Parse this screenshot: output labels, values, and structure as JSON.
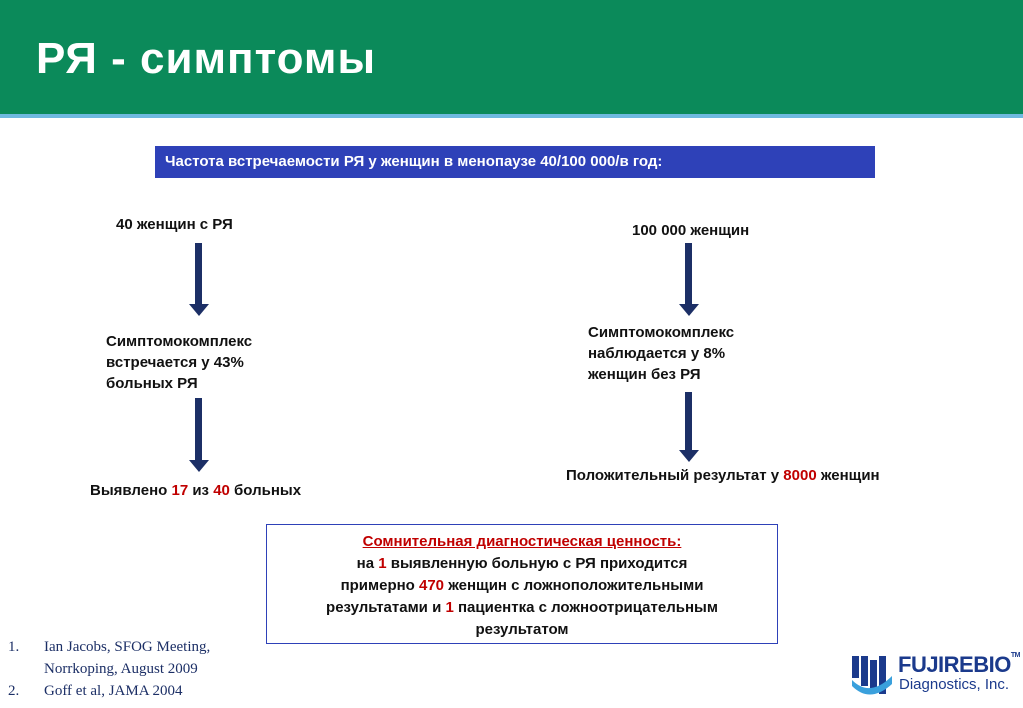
{
  "title": "РЯ - симптомы",
  "banner": "Частота встречаемости РЯ у женщин в менопаузе 40/100 000/в год:",
  "left": {
    "top": "40 женщин с РЯ",
    "middle": [
      "Симптомокомплекс",
      "встречается  у  43%",
      "больных РЯ"
    ],
    "bottom": {
      "pre": "Выявлено ",
      "n1": "17",
      "mid": " из ",
      "n2": "40",
      "post": " больных"
    }
  },
  "right": {
    "top": "100 000 женщин",
    "middle": [
      "Симптомокомплекс",
      "наблюдается  у  8%",
      "женщин без РЯ"
    ],
    "bottom": {
      "pre": "Положительный результат у ",
      "n1": "8000",
      "post": " женщин"
    }
  },
  "conclusion": {
    "heading": "Сомнительная диагностическая ценность:",
    "l1_pre": "на ",
    "l1_n": "1",
    "l1_post": " выявленную больную с РЯ приходится",
    "l2_pre": "примерно ",
    "l2_n": "470",
    "l2_post": " женщин с ложноположительными",
    "l3_pre": "результатами и ",
    "l3_n": "1",
    "l3_post": " пациентка с ложноотрицательным",
    "l4": "результатом"
  },
  "references": [
    {
      "num": "1.",
      "lines": [
        "Ian Jacobs, SFOG Meeting,",
        "Norrkoping, August 2009"
      ]
    },
    {
      "num": "2.",
      "lines": [
        "Goff et al, JAMA 2004"
      ]
    }
  ],
  "logo": {
    "name": "FUJIREBIO",
    "tm": "TM",
    "sub": "Diagnostics, Inc."
  },
  "colors": {
    "header": "#0b8a5a",
    "banner": "#2e41b8",
    "arrow": "#1c2f66",
    "highlight": "#c00000"
  }
}
